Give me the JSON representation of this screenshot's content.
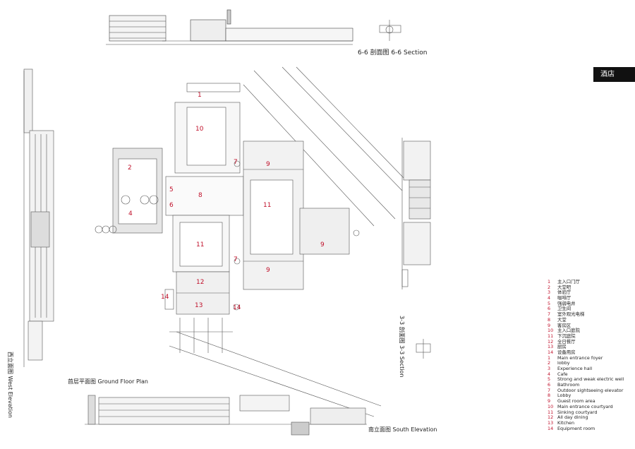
{
  "tag": "酒店",
  "titles": {
    "section66": "6-6 剖面图 6-6 Section",
    "ground_floor": "首层平面图 Ground Floor Plan",
    "south_elevation": "南立面图 South Elevation",
    "west_elevation": "西立面图 West Elevation",
    "section33": "3-3 剖面图 3-3 Section"
  },
  "plan_numbers": [
    "1",
    "10",
    "2",
    "4",
    "5",
    "6",
    "8",
    "9",
    "11",
    "7",
    "9",
    "11",
    "7",
    "9",
    "12",
    "14",
    "13",
    "14"
  ],
  "legend": [
    {
      "n": "1",
      "text": "主入口门厅"
    },
    {
      "n": "2",
      "text": "大堂吧"
    },
    {
      "n": "3",
      "text": "体验厅"
    },
    {
      "n": "4",
      "text": "咖啡厅"
    },
    {
      "n": "5",
      "text": "强弱电井"
    },
    {
      "n": "6",
      "text": "卫生间"
    },
    {
      "n": "7",
      "text": "室外观光电梯"
    },
    {
      "n": "8",
      "text": "大堂"
    },
    {
      "n": "9",
      "text": "客房区"
    },
    {
      "n": "10",
      "text": "主入口庭院"
    },
    {
      "n": "11",
      "text": "下沉庭院"
    },
    {
      "n": "12",
      "text": "全日餐厅"
    },
    {
      "n": "13",
      "text": "厨房"
    },
    {
      "n": "14",
      "text": "设备用房"
    },
    {
      "n": "1",
      "text": "Main entrance foyer"
    },
    {
      "n": "2",
      "text": "lobby"
    },
    {
      "n": "3",
      "text": "Experience hall"
    },
    {
      "n": "4",
      "text": "Cafe"
    },
    {
      "n": "5",
      "text": "Strong and weak electric well"
    },
    {
      "n": "6",
      "text": "Bathroom"
    },
    {
      "n": "7",
      "text": "Outdoor sightseeing elevator"
    },
    {
      "n": "8",
      "text": "Lobby"
    },
    {
      "n": "9",
      "text": "Guest room area"
    },
    {
      "n": "10",
      "text": "Main entrance courtyard"
    },
    {
      "n": "11",
      "text": "Sinking courtyard"
    },
    {
      "n": "12",
      "text": "All day dining"
    },
    {
      "n": "13",
      "text": "Kitchen"
    },
    {
      "n": "14",
      "text": "Equipment room"
    }
  ]
}
